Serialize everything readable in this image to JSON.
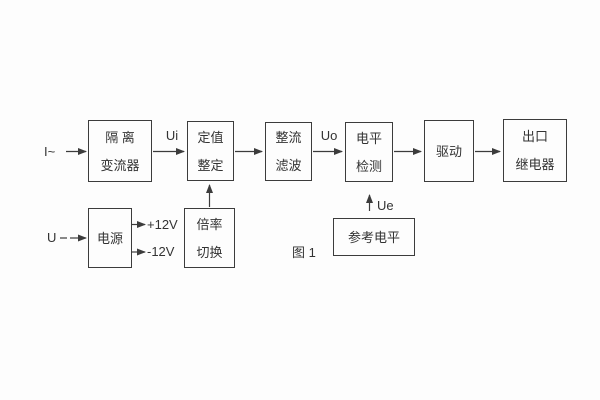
{
  "diagram": {
    "caption": "图 1",
    "blocks": {
      "isolation_transformer": {
        "line1": "隔 离",
        "line2": "变流器"
      },
      "value_setting": {
        "line1": "定值",
        "line2": "整定"
      },
      "rectify_filter": {
        "line1": "整流",
        "line2": "滤波"
      },
      "level_detection": {
        "line1": "电平",
        "line2": "检测"
      },
      "drive": {
        "label": "驱动"
      },
      "outlet_relay": {
        "line1": "出口",
        "line2": "继电器"
      },
      "power": {
        "label": "电源"
      },
      "ratio_switch": {
        "line1": "倍率",
        "line2": "切换"
      },
      "reference_level": {
        "label": "参考电平"
      }
    },
    "signals": {
      "ac_current_input": "I~",
      "voltage_input": "U",
      "ui": "Ui",
      "uo": "Uo",
      "ue": "Ue",
      "positive_rail": "+12V",
      "negative_rail": "-12V"
    },
    "colors": {
      "line": "#3c3c3c",
      "text": "#333333",
      "background": "#fdfdfd"
    }
  }
}
